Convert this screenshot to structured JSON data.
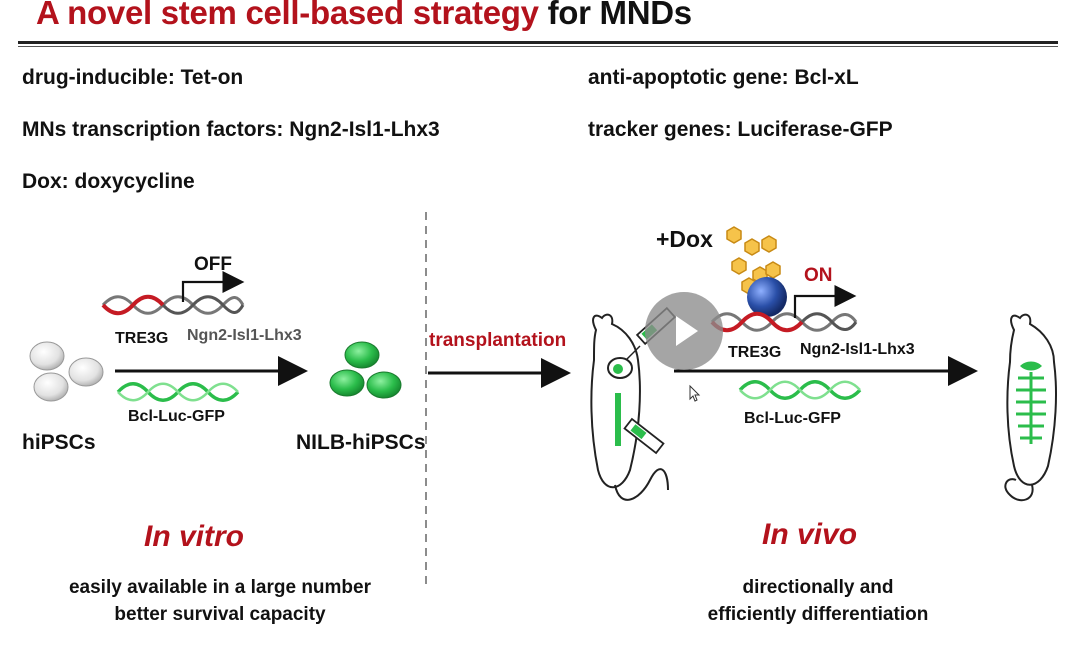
{
  "title": {
    "highlight": "A novel stem cell-based strategy",
    "rest": " for MNDs"
  },
  "info": {
    "drug": "drug-inducible: Tet-on",
    "tf": "MNs transcription factors: Ngn2-Isl1-Lhx3",
    "dox": "Dox: doxycycline",
    "antiapoptotic": "anti-apoptotic gene: Bcl-xL",
    "tracker": "tracker genes: Luciferase-GFP"
  },
  "left": {
    "off": "OFF",
    "tre3g": "TRE3G",
    "gene": "Ngn2-Isl1-Lhx3",
    "bcl": "Bcl-Luc-GFP",
    "hipsc": "hiPSCs",
    "nilb": "NILB-hiPSCs",
    "section": "In vitro",
    "caption1": "easily available in a large number",
    "caption2": "better survival capacity"
  },
  "transplantation": "transplantation",
  "right": {
    "dox": "+Dox",
    "on": "ON",
    "tre3g": "TRE3G",
    "gene": "Ngn2-Isl1-Lhx3",
    "bcl": "Bcl-Luc-GFP",
    "section": "In vivo",
    "caption1": "directionally and",
    "caption2": "efficiently differentiation"
  },
  "colors": {
    "red": "#b3121c",
    "green": "#2bbd4b",
    "grey": "#9a9a9a",
    "blue": "#2a4fa8",
    "dox": "#f2b233"
  },
  "icons": [
    "play-icon",
    "mouse-icon",
    "syringe-icon",
    "dna-icon",
    "cursor-icon"
  ]
}
